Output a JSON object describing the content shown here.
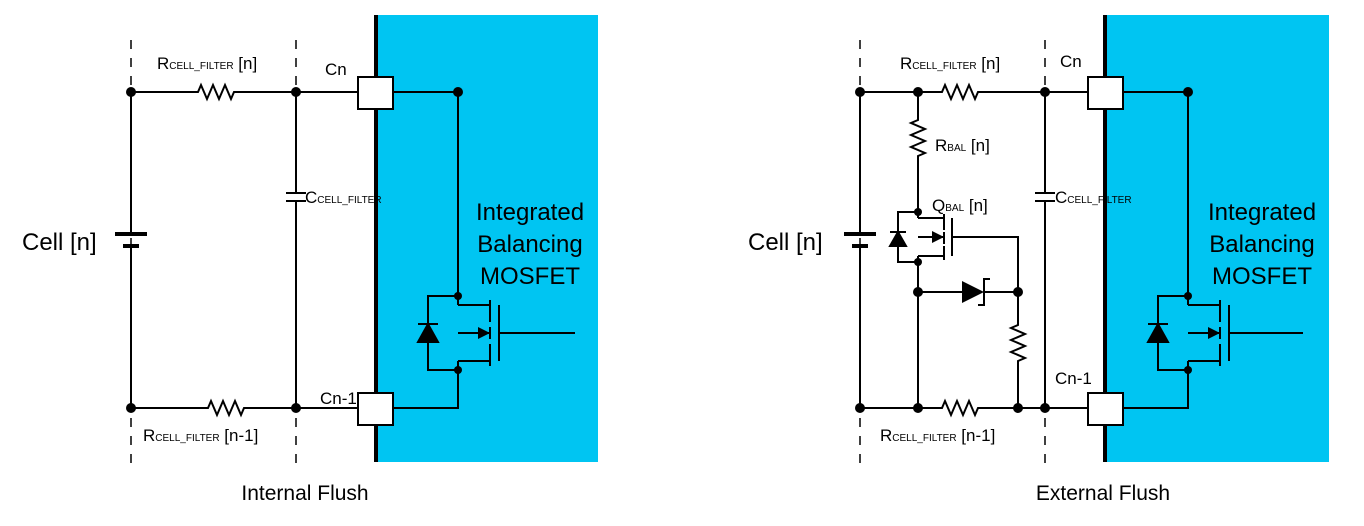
{
  "colors": {
    "chip": "#00C5F2",
    "wire": "#000000",
    "background": "#FFFFFF"
  },
  "diagrams": [
    {
      "caption": "Internal Flush",
      "cell_label": "Cell [n]",
      "r_top_main": "R",
      "r_top_sub": "CELL_FILTER",
      "r_top_suffix": " [n]",
      "r_bot_main": "R",
      "r_bot_sub": "CELL_FILTER",
      "r_bot_suffix": " [n-1]",
      "c_main": "C",
      "c_sub": "CELL_FILTER",
      "pin_top": "Cn",
      "pin_bot": "Cn-1",
      "mosfet_lines": [
        "Integrated",
        "Balancing",
        "MOSFET"
      ]
    },
    {
      "caption": "External Flush",
      "cell_label": "Cell [n]",
      "r_top_main": "R",
      "r_top_sub": "CELL_FILTER",
      "r_top_suffix": " [n]",
      "r_bot_main": "R",
      "r_bot_sub": "CELL_FILTER",
      "r_bot_suffix": " [n-1]",
      "c_main": "C",
      "c_sub": "CELL_FILTER",
      "pin_top": "Cn",
      "pin_bot": "Cn-1",
      "rbal_main": "R",
      "rbal_sub": "BAL",
      "rbal_suffix": " [n]",
      "qbal_main": "Q",
      "qbal_sub": "BAL",
      "qbal_suffix": " [n]",
      "mosfet_lines": [
        "Integrated",
        "Balancing",
        "MOSFET"
      ]
    }
  ]
}
